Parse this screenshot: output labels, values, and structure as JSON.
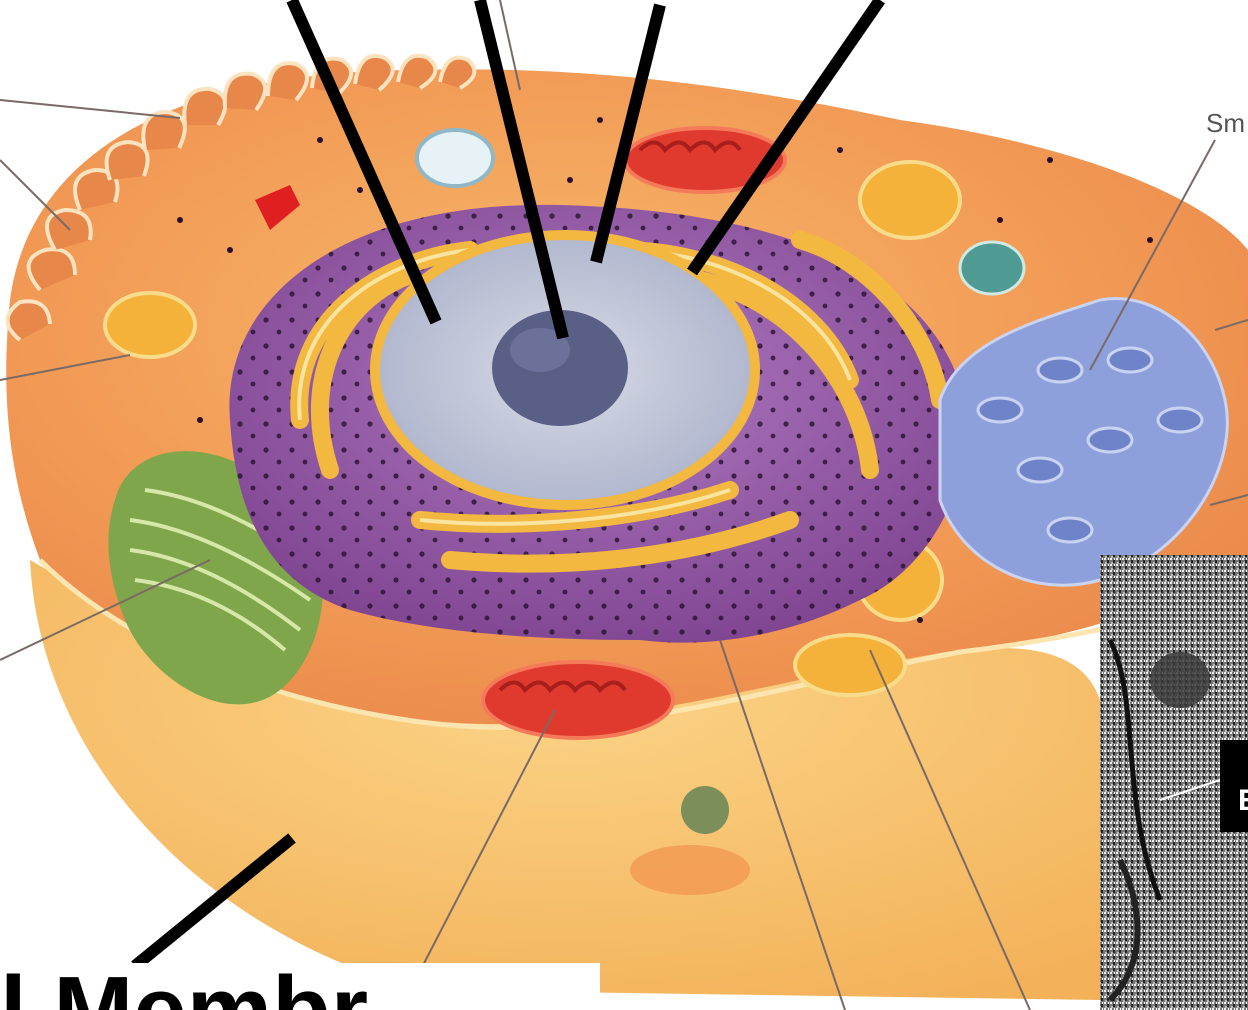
{
  "labels": {
    "top_right": "Sm",
    "bottom_left": "l Membr",
    "inset_line1": "",
    "inset_line2": "E"
  },
  "colors": {
    "cytoplasm": "#f2a25a",
    "cell_base": "#f6c067",
    "membrane_rim": "#e88a4a",
    "nucleus": "#b9c0d6",
    "nucleolus": "#5a5f85",
    "rough_er": "#9a5aa8",
    "golgi": "#f2b840",
    "mitochondria": "#e03a2e",
    "chloroplast_like": "#7fa64a",
    "smooth_er": "#8ea0dc",
    "pointer": "#000000",
    "leader": "#7a6a66"
  }
}
